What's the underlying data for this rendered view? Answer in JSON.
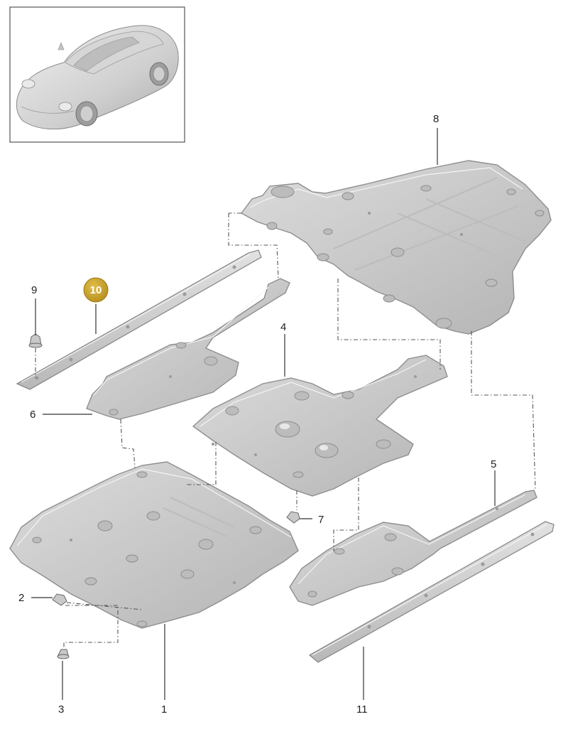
{
  "callouts": {
    "c1": "1",
    "c2": "2",
    "c3": "3",
    "c4": "4",
    "c5": "5",
    "c6": "6",
    "c7": "7",
    "c8": "8",
    "c9": "9",
    "c10": "10",
    "c11": "11"
  },
  "colors": {
    "highlight_badge": "#c9a227",
    "panel_gray": "#c8c8c8",
    "outline_gray": "#8e8e8e"
  }
}
